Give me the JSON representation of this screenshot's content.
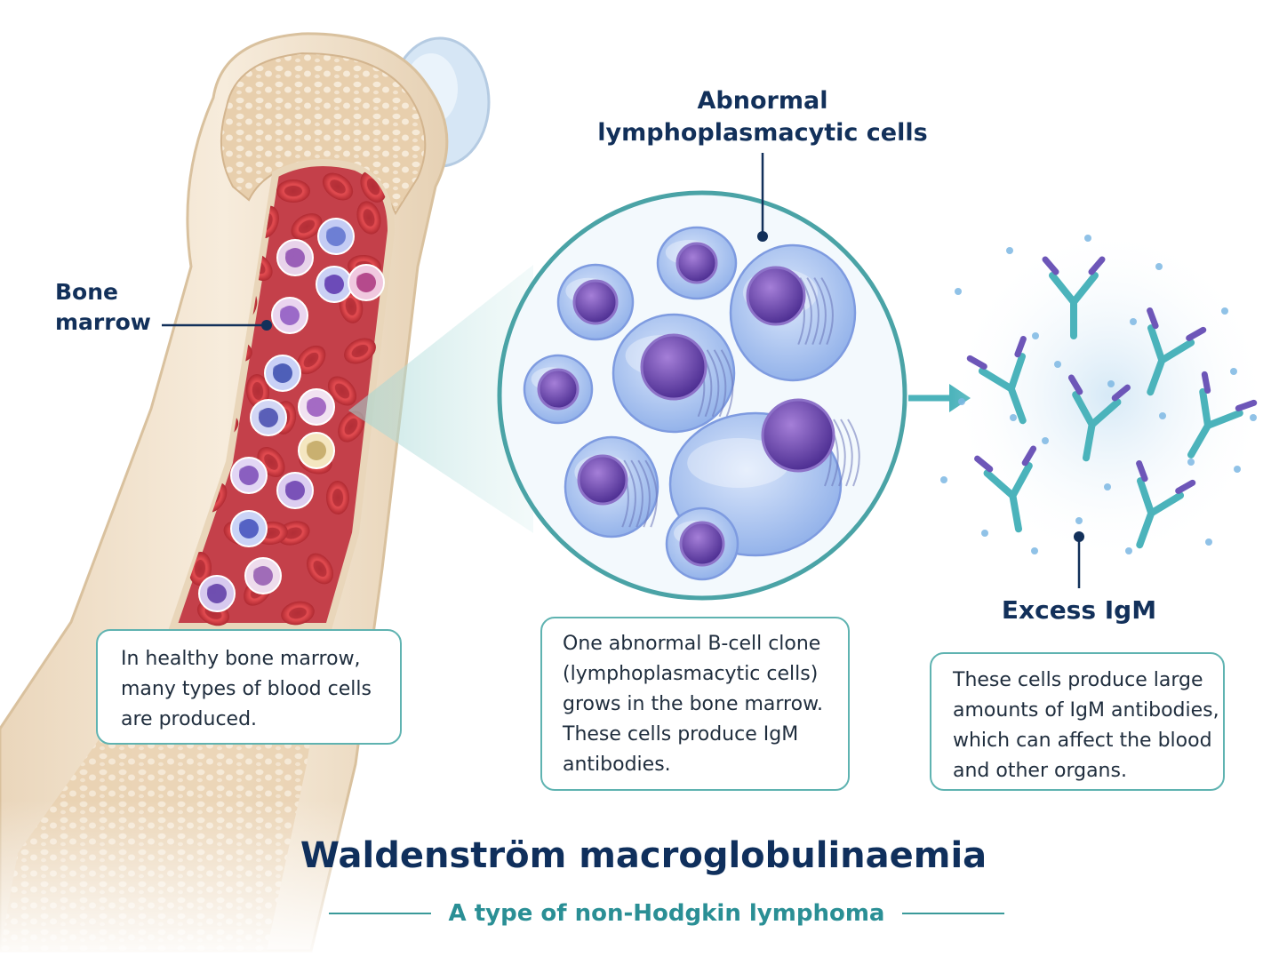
{
  "labels": {
    "bone_marrow_line1": "Bone",
    "bone_marrow_line2": "marrow",
    "abnormal_line1": "Abnormal",
    "abnormal_line2": "lymphoplasmacytic cells",
    "excess_igm": "Excess IgM"
  },
  "boxes": {
    "healthy": {
      "lines": [
        "In healthy bone marrow,",
        "many types of blood cells",
        "are produced."
      ]
    },
    "clone": {
      "lines": [
        "One abnormal B-cell clone",
        "(lymphoplasmacytic cells)",
        "grows in the bone marrow.",
        "These cells produce IgM",
        "antibodies."
      ]
    },
    "igm": {
      "lines": [
        "These cells produce large",
        "amounts of IgM antibodies,",
        "which can affect the blood",
        "and other organs."
      ]
    }
  },
  "title": "Waldenström macroglobulinaemia",
  "subtitle": "A type of non-Hodgkin lymphoma",
  "colors": {
    "navy": "#12305a",
    "teal": "#3a9a9a",
    "bone": "#f1e3cf",
    "marrow": "#b4323a",
    "cell_purple": "#7a4fb5",
    "cell_blue": "#a9c3ee",
    "antibody": "#4bb3bb"
  },
  "icons": [
    "bone-illustration",
    "cell-magnification-circle",
    "antibody-icon",
    "arrow-right-icon"
  ]
}
